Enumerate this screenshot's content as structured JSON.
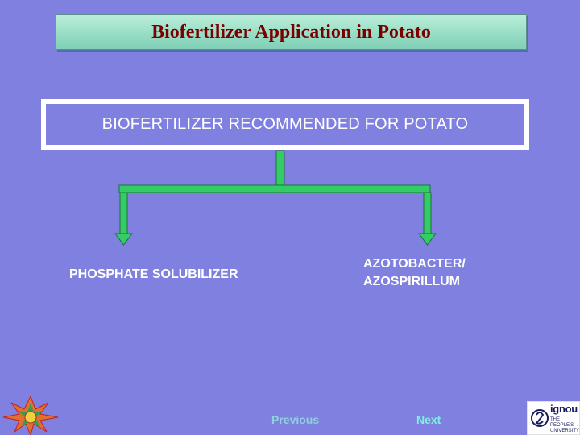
{
  "title": "Biofertilizer Application in Potato",
  "diagram": {
    "root": "BIOFERTILIZER RECOMMENDED FOR POTATO",
    "left_child": "PHOSPHATE SOLUBILIZER",
    "right_child_line1": "AZOTOBACTER/",
    "right_child_line2": "AZOSPIRILLUM"
  },
  "nav": {
    "previous": "Previous",
    "next": "Next"
  },
  "logos": {
    "right_name": "ignou",
    "right_tagline_line1": "THE PEOPLE'S",
    "right_tagline_line2": "UNIVERSITY"
  },
  "colors": {
    "background": "#8080e0",
    "title_text": "#7a0000",
    "connector": "#33cc66",
    "node_text": "#ffffff"
  },
  "icons": [
    "university-emblem-icon",
    "ignou-logo-icon"
  ]
}
